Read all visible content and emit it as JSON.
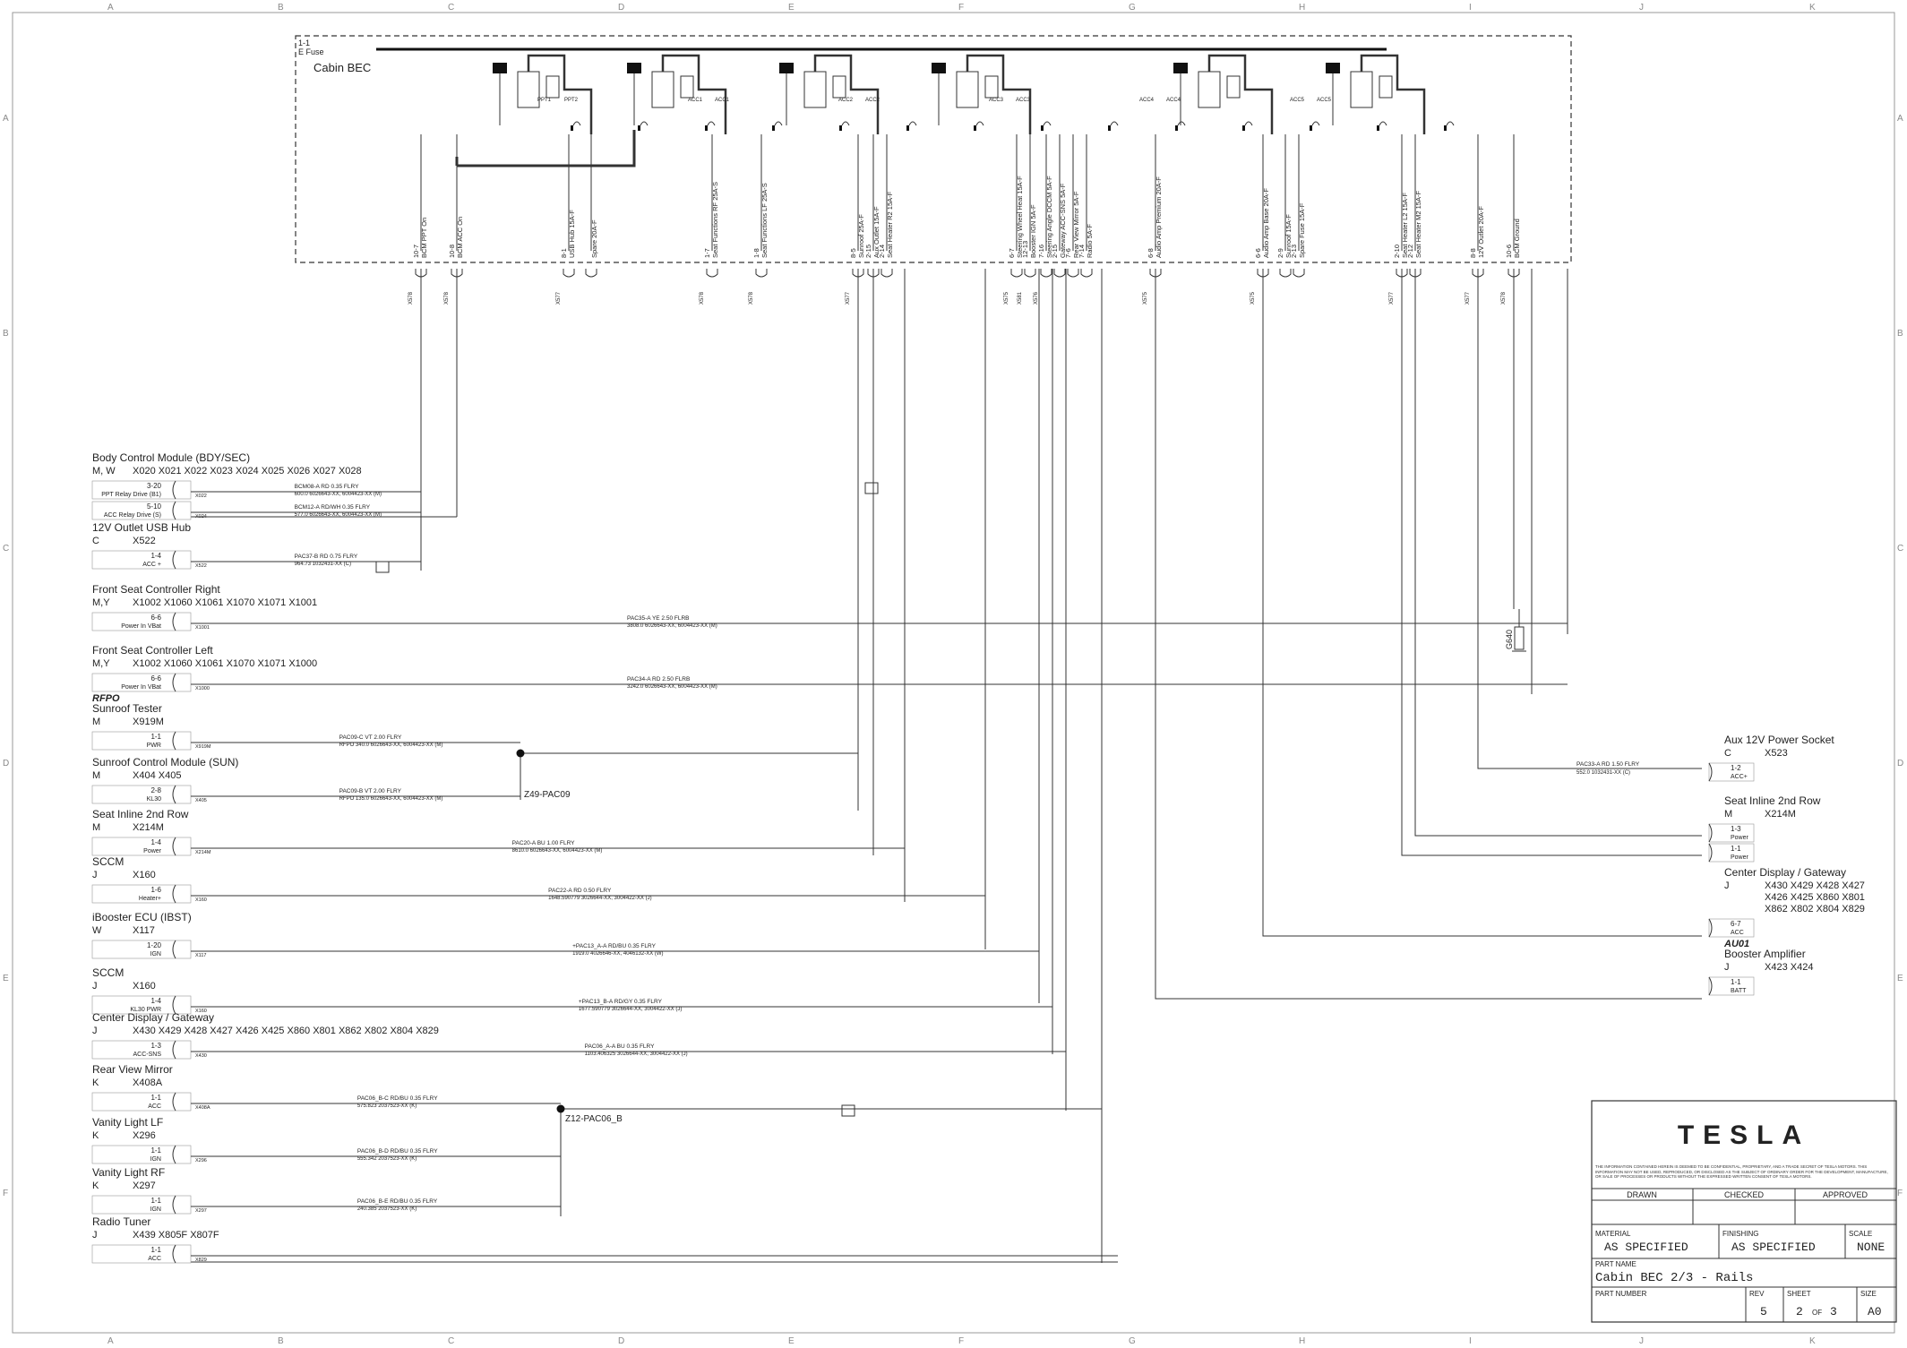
{
  "frame": {
    "columns": [
      "A",
      "B",
      "C",
      "D",
      "E",
      "F",
      "G",
      "H",
      "I",
      "J",
      "K"
    ],
    "rows": [
      "A",
      "B",
      "C",
      "D",
      "E",
      "F"
    ]
  },
  "bec": {
    "fuse_code": "1-1",
    "fuse_label": "E Fuse",
    "title": "Cabin BEC",
    "outputs": [
      {
        "pin": "10-7",
        "label": "BCM PPT On",
        "conn": "X578"
      },
      {
        "pin": "10-8",
        "label": "BCM ACC On",
        "conn": "X578"
      },
      {
        "pin": "8-1",
        "label": "USB Hub 15A-F",
        "conn": "X577"
      },
      {
        "pin": "",
        "label": "Spare 20A-F",
        "conn": ""
      },
      {
        "pin": "1-7",
        "label": "Seat Functions RF 25A-S",
        "conn": "X578"
      },
      {
        "pin": "1-8",
        "label": "Seat Functions LF 25A-S",
        "conn": "X578"
      },
      {
        "pin": "8-5",
        "label": "Sunroof 25A-F",
        "conn": "X577"
      },
      {
        "pin": "2-15",
        "label": "Aux Outlet 15A-F",
        "conn": ""
      },
      {
        "pin": "2-14",
        "label": "Seat Heater R2 15A-F",
        "conn": ""
      },
      {
        "pin": "6-7",
        "label": "Steering Wheel Heat 15A-F",
        "conn": "X575"
      },
      {
        "pin": "12-13",
        "label": "Booster IGN 5A-F",
        "conn": "X581"
      },
      {
        "pin": "7-16",
        "label": "Steering Angle DCCM 5A-F",
        "conn": "X576"
      },
      {
        "pin": "2-15",
        "label": "Gateway ACC-SNS 5A-F",
        "conn": ""
      },
      {
        "pin": "7-6",
        "label": "Rear View Mirror 5A-F",
        "conn": ""
      },
      {
        "pin": "7-14",
        "label": "Radio 5A-F",
        "conn": ""
      },
      {
        "pin": "6-8",
        "label": "Audio Amp Premium 20A-F",
        "conn": "X575"
      },
      {
        "pin": "6-6",
        "label": "Audio Amp Base 20A-F",
        "conn": "X575"
      },
      {
        "pin": "2-9",
        "label": "Sunroof 15A-F",
        "conn": ""
      },
      {
        "pin": "2-13",
        "label": "Spare Fuse 15A-F",
        "conn": ""
      },
      {
        "pin": "2-10",
        "label": "Seat Heater L2 15A-F",
        "conn": "X577"
      },
      {
        "pin": "2-12",
        "label": "Seat Heater M2 15A-F",
        "conn": ""
      },
      {
        "pin": "8-8",
        "label": "12V Outlet 20A-F",
        "conn": "X577"
      },
      {
        "pin": "10-6",
        "label": "BCM Ground",
        "conn": "X578"
      }
    ],
    "relays": [
      "PPT1",
      "PPT2",
      "ACC1",
      "ACC1",
      "ACC2",
      "ACC2",
      "ACC3",
      "ACC3",
      "ACC4",
      "ACC4",
      "ACC5",
      "ACC5"
    ]
  },
  "left_modules": [
    {
      "name": "Body Control Module (BDY/SEC)",
      "type": "M, W",
      "conns": "X020  X021  X022  X023  X024  X025  X026  X027  X028",
      "pins": [
        {
          "pin": "3-20",
          "func": "PPT Relay Drive (B1)",
          "conn": "X022",
          "wire": "BCM08-A   RD   0.35   FLRY",
          "part": "600.0    6026643-XX, 6004423-XX (M)"
        },
        {
          "pin": "5-10",
          "func": "ACC Relay Drive (S)",
          "conn": "X024",
          "wire": "BCM12-A   RD/WH   0.35   FLRY",
          "part": "577.0    6026643-XX, 6004423-XX (M)"
        }
      ]
    },
    {
      "name": "12V Outlet USB Hub",
      "type": "C",
      "conns": "X522",
      "pins": [
        {
          "pin": "1-4",
          "func": "ACC +",
          "conn": "X522",
          "wire": "PAC37-B   RD   0.75   FLRY",
          "part": "964.73   1032431-XX (C)"
        }
      ]
    },
    {
      "name": "Front Seat Controller Right",
      "type": "M,Y",
      "conns": "X1002  X1060  X1061  X1070  X1071  X1001",
      "pins": [
        {
          "pin": "6-6",
          "func": "Power In VBat",
          "conn": "X1001",
          "wire": "PAC35-A   YE   2.50   FLRB",
          "part": "3808.0   6026643-XX, 6004423-XX (M)"
        }
      ]
    },
    {
      "name": "Front Seat Controller Left",
      "type": "M,Y",
      "conns": "X1002  X1060  X1061  X1070  X1071  X1000",
      "pins": [
        {
          "pin": "6-6",
          "func": "Power In VBat",
          "conn": "X1000",
          "wire": "PAC34-A   RD   2.50   FLRB",
          "part": "3242.0   6026643-XX, 6004423-XX (M)"
        }
      ]
    },
    {
      "name": "Sunroof Tester",
      "type": "M",
      "conns": "X919M",
      "option": "RFPO",
      "pins": [
        {
          "pin": "1-1",
          "func": "PWR",
          "conn": "X919M",
          "wire": "PAC09-C   VT   2.00   FLRY",
          "part": "RFPO   340.0   6026643-XX, 6004423-XX (M)"
        }
      ]
    },
    {
      "name": "Sunroof Control Module (SUN)",
      "type": "M",
      "conns": "X404   X405",
      "pins": [
        {
          "pin": "2-8",
          "func": "KL30",
          "conn": "X405",
          "wire": "PAC09-B   VT   2.00   FLRY",
          "part": "RFPO   135.0   6026643-XX, 6004423-XX (M)"
        }
      ]
    },
    {
      "name": "Seat Inline 2nd Row",
      "type": "M",
      "conns": "X214M",
      "pins": [
        {
          "pin": "1-4",
          "func": "Power",
          "conn": "X214M",
          "wire": "PAC20-A   BU   1.00   FLRY",
          "part": "8610.0   6026643-XX, 6004423-XX (M)"
        }
      ]
    },
    {
      "name": "SCCM",
      "type": "J",
      "conns": "X160",
      "pins": [
        {
          "pin": "1-6",
          "func": "Heater+",
          "conn": "X160",
          "wire": "PAC22-A   RD   0.50   FLRY",
          "part": "1648.590779   3026644-XX, 3004422-XX (J)"
        }
      ]
    },
    {
      "name": "iBooster ECU (IBST)",
      "type": "W",
      "conns": "X117",
      "pins": [
        {
          "pin": "1-20",
          "func": "IGN",
          "conn": "X117",
          "wire": "+PAC13_A-A   RD/BU   0.35   FLRY",
          "part": "1919.0   4026646-XX, 4046132-XX (W)"
        }
      ]
    },
    {
      "name": "SCCM",
      "type": "J",
      "conns": "X160",
      "pins": [
        {
          "pin": "1-4",
          "func": "KL30 PWR",
          "conn": "X160",
          "wire": "+PAC13_B-A   RD/GY   0.35   FLRY",
          "part": "1677.590779   3026644-XX, 3004422-XX (J)"
        }
      ]
    },
    {
      "name": "Center Display / Gateway",
      "type": "J",
      "conns": "X430   X429   X428   X427   X426   X425   X860   X801   X862   X802   X804   X829",
      "pins": [
        {
          "pin": "1-3",
          "func": "ACC-SNS",
          "conn": "X430",
          "wire": "PAC06_A-A   BU   0.35   FLRY",
          "part": "1103.406325   3026644-XX, 3004422-XX (J)"
        }
      ]
    },
    {
      "name": "Rear View Mirror",
      "type": "K",
      "conns": "X408A",
      "pins": [
        {
          "pin": "1-1",
          "func": "ACC",
          "conn": "X408A",
          "wire": "PAC06_B-C   RD/BU   0.35   FLRY",
          "part": "575.823   2037523-XX (K)"
        }
      ]
    },
    {
      "name": "Vanity Light LF",
      "type": "K",
      "conns": "X296",
      "pins": [
        {
          "pin": "1-1",
          "func": "IGN",
          "conn": "X296",
          "wire": "PAC06_B-D   RD/BU   0.35   FLRY",
          "part": "555.342   2037523-XX (K)"
        }
      ]
    },
    {
      "name": "Vanity Light RF",
      "type": "K",
      "conns": "X297",
      "pins": [
        {
          "pin": "1-1",
          "func": "IGN",
          "conn": "X297",
          "wire": "PAC06_B-E   RD/BU   0.35   FLRY",
          "part": "240.385   2037523-XX (K)"
        }
      ]
    },
    {
      "name": "Radio Tuner",
      "type": "J",
      "conns": "X439  X805F  X807F",
      "pins": [
        {
          "pin": "1-1",
          "func": "ACC",
          "conn": "X829",
          "wire": "",
          "part": ""
        }
      ]
    }
  ],
  "right_modules": [
    {
      "name": "Aux 12V Power Socket",
      "type": "C",
      "conns": "X523",
      "pins": [
        {
          "pin": "1-2",
          "func": "ACC+"
        }
      ],
      "wire": "PAC33-A   RD   1.50   FLRY",
      "part": "552.0   1032431-XX (C)"
    },
    {
      "name": "Seat Inline 2nd Row",
      "type": "M",
      "conns": "X214M",
      "pins": [
        {
          "pin": "1-3",
          "func": "Power"
        },
        {
          "pin": "1-1",
          "func": "Power"
        }
      ]
    },
    {
      "name": "Center Display / Gateway",
      "type": "J",
      "conns": "X430   X429   X428   X427\nX426   X425   X860   X801\nX862   X802   X804   X829",
      "pins": [
        {
          "pin": "6-7",
          "func": "ACC"
        }
      ]
    },
    {
      "name": "Booster Amplifier",
      "type": "J",
      "conns": "X423   X424",
      "option": "AU01",
      "pins": [
        {
          "pin": "1-1",
          "func": "BATT"
        }
      ]
    }
  ],
  "splices": [
    "Z49-PAC09",
    "Z12-PAC06_B"
  ],
  "ground": "G640",
  "option_rfpo": "RFPO",
  "title_block": {
    "brand": "TESLA",
    "disclaimer": "THE INFORMATION CONTAINED HEREIN IS DEEMED TO BE CONFIDENTIAL, PROPRIETARY, AND A TRADE SECRET OF TESLA MOTORS. THIS INFORMATION MAY NOT BE USED, REPRODUCED, OR DISCLOSED AS THE SUBJECT OF ORDINARY ORDER FOR THE DEVELOPMENT, MANUFACTURE, OR SALE OF PROCESSES OR PRODUCTS WITHOUT THE EXPRESSED WRITTEN CONSENT OF TESLA MOTORS.",
    "drawn": "DRAWN",
    "checked": "CHECKED",
    "approved": "APPROVED",
    "material_label": "MATERIAL",
    "material": "AS SPECIFIED",
    "finishing_label": "FINISHING",
    "finishing": "AS SPECIFIED",
    "scale_label": "SCALE",
    "scale": "NONE",
    "part_name_label": "PART NAME",
    "part_name": "Cabin BEC 2/3 - Rails",
    "part_number_label": "PART NUMBER",
    "rev_label": "REV",
    "rev": "5",
    "sheet_label": "SHEET",
    "sheet": "2",
    "of": "OF",
    "sheets": "3",
    "size_label": "SIZE",
    "size": "A0"
  }
}
